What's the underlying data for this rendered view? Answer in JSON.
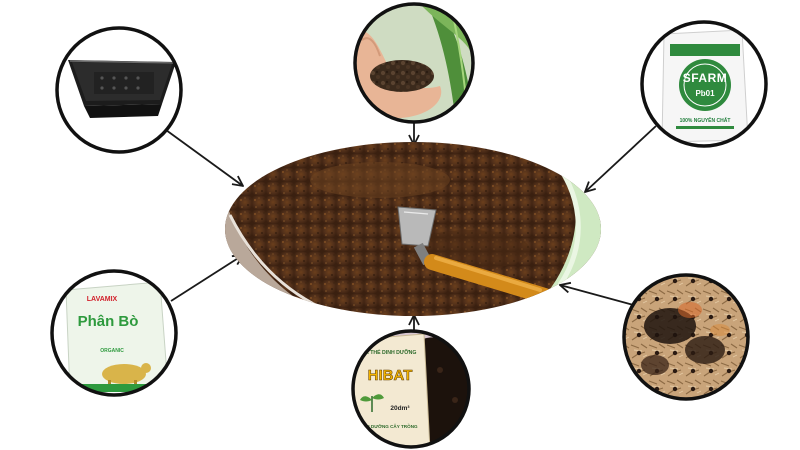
{
  "colors": {
    "arrow": "#1a1a1a",
    "ring": "#111111",
    "soil": "#5b3518",
    "bag_green": "#2f8a3e"
  },
  "nodes": [
    {
      "id": "seed-tray",
      "label": ""
    },
    {
      "id": "pellets-in-hand",
      "label": ""
    },
    {
      "id": "sfarm-bag",
      "label": ""
    },
    {
      "id": "lavamix-bag",
      "label": ""
    },
    {
      "id": "gia-the-bag",
      "label": ""
    },
    {
      "id": "burnt-rice-husk",
      "label": ""
    },
    {
      "id": "soil-mix-center",
      "label": ""
    }
  ],
  "bags": {
    "sfarm": {
      "brand": "SFARM",
      "code": "Pb01",
      "note": "100% NGUYÊN CHẤT"
    },
    "lavamix": {
      "brand": "LAVAMIX",
      "main": "Phân Bò",
      "org": "ORGANIC"
    },
    "gia_the": {
      "head": "GIÁ THỂ DINH DƯỠNG",
      "brand": "HIBAT",
      "volume": "20dm³",
      "foot": "DINH DƯỠNG CÂY TRỒNG"
    }
  },
  "edges": [
    {
      "from": "seed-tray",
      "to": "soil-mix-center"
    },
    {
      "from": "pellets-in-hand",
      "to": "soil-mix-center"
    },
    {
      "from": "sfarm-bag",
      "to": "soil-mix-center"
    },
    {
      "from": "lavamix-bag",
      "to": "soil-mix-center"
    },
    {
      "from": "gia-the-bag",
      "to": "soil-mix-center"
    },
    {
      "from": "burnt-rice-husk",
      "to": "soil-mix-center"
    }
  ]
}
